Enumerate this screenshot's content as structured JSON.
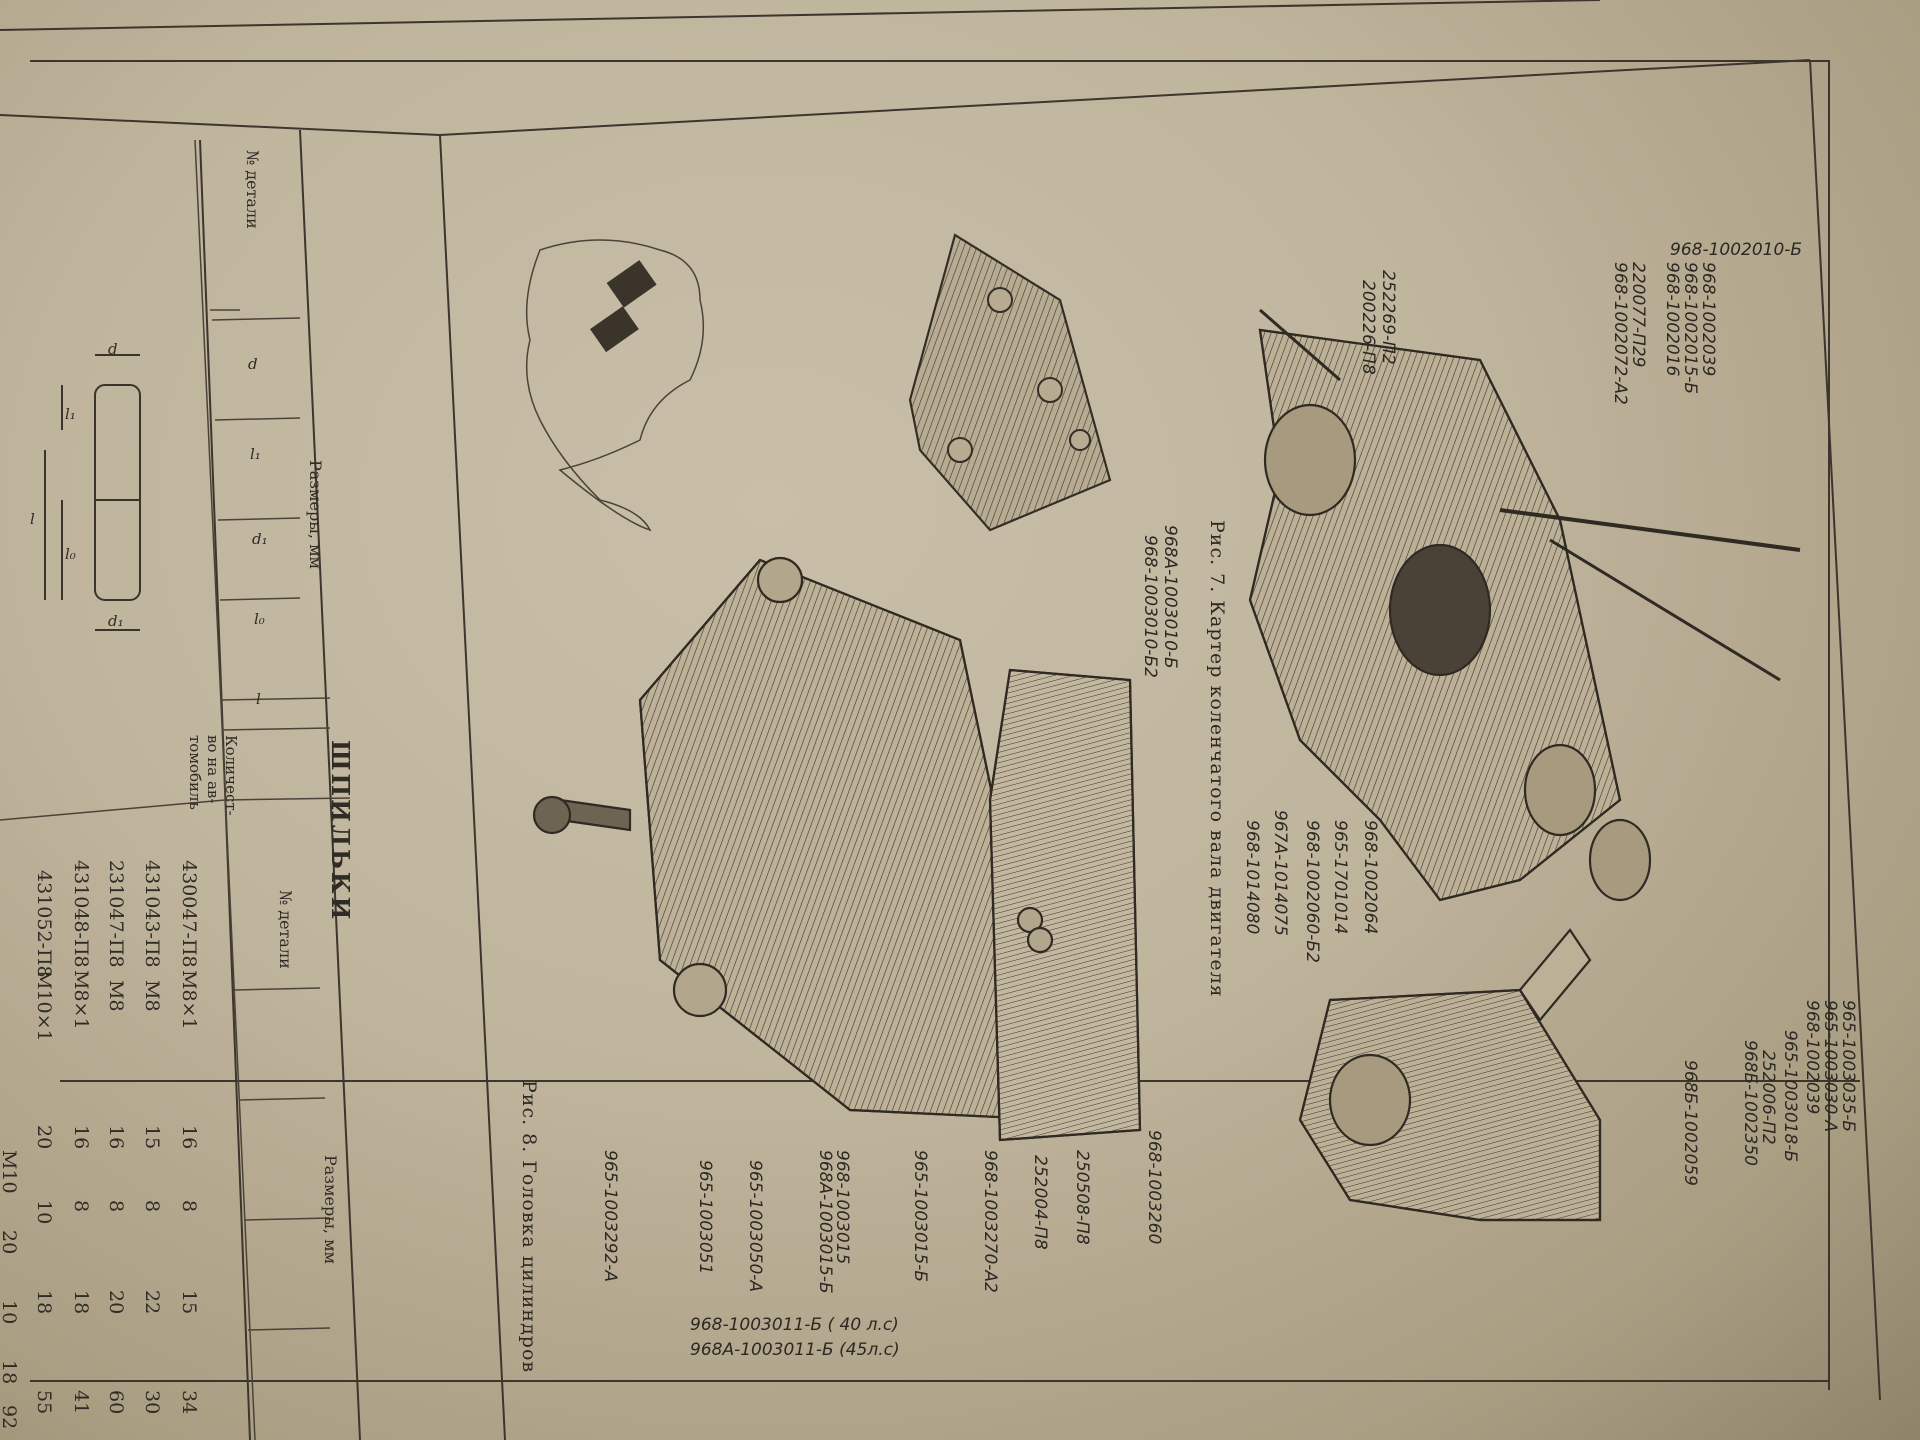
{
  "table": {
    "title": "ШПИЛЬКИ",
    "header_part_no": "№ детали",
    "header_dims": "Размеры, мм",
    "header_qty": "Количест-во на ав-томобиль",
    "dim_cols": [
      "d",
      "l₁",
      "d₁",
      "l₀",
      "l"
    ],
    "rows": [
      {
        "part": "430047-П8",
        "d": "M8×1",
        "l1": "16",
        "d1": "8",
        "l0": "15",
        "l": "34"
      },
      {
        "part": "431043-П8",
        "d": "M8",
        "l1": "15",
        "d1": "8",
        "l0": "22",
        "l": "30"
      },
      {
        "part": "231047-П8",
        "d": "M8",
        "l1": "16",
        "d1": "8",
        "l0": "20",
        "l": "60"
      },
      {
        "part": "431048-П8",
        "d": "M8×1",
        "l1": "16",
        "d1": "8",
        "l0": "18",
        "l": "41"
      },
      {
        "part": "431052-П8",
        "d": "M10×1",
        "l1": "20",
        "d1": "10",
        "l0": "18",
        "l": "55"
      },
      {
        "part": "",
        "d": "M10",
        "l1": "20",
        "d1": "10",
        "l0": "18",
        "l": "92"
      }
    ]
  },
  "stud_sketch_labels": [
    "d",
    "l₁",
    "l",
    "l₀",
    "d₁"
  ],
  "fig7": {
    "caption": "Рис. 7. Картер коленчатого вала двигателя",
    "labels": [
      "968-1002010-Б",
      "968-1002039",
      "968-1002015-Б",
      "968-1002016",
      "220077-П29",
      "968-1002072-А2",
      "252269-П2",
      "200226-П8",
      "968-1002064",
      "965-1701014",
      "968-1002060-Б2",
      "967А-1014075",
      "968-1014080",
      "965-1003035-Б",
      "965-1003030-А",
      "968-1002039",
      "965-1003018-Б",
      "252006-П2",
      "968Б-1002350",
      "968Б-1002059"
    ]
  },
  "fig8": {
    "caption": "Рис. 8. Головка цилиндров",
    "small_head_labels": [
      "968А-1003010-Б",
      "968-1003010-Б2"
    ],
    "labels": [
      "968-1003260",
      "250508-П8",
      "252004-П8",
      "968-1003270-А2",
      "965-1003015-Б",
      "968-1003015",
      "968А-1003015-Б",
      "965-1003050-А",
      "965-1003051",
      "965-1003292-А"
    ],
    "footnote_1": "968-1003011-Б ( 40 л.с)",
    "footnote_2": "968А-1003011-Б (45л.с)"
  }
}
